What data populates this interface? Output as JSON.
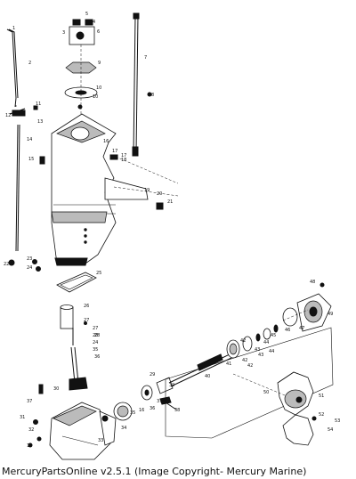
{
  "footer": {
    "caption": "MercuryPartsOnline v2.5.1 (Image Copyright- Mercury Marine)"
  },
  "callouts": {
    "c1": "1",
    "c2": "2",
    "c3": "3",
    "c4": "4",
    "c5": "5",
    "c6": "6",
    "c7": "7",
    "c8": "8",
    "c9": "9",
    "c10": "10",
    "c11": "11",
    "c12": "12",
    "c13": "13",
    "c14": "14",
    "c15": "15",
    "c16": "16",
    "c17": "17",
    "c18": "18",
    "c19": "19",
    "c20": "20",
    "c21": "21",
    "c22": "22",
    "c23": "23",
    "c24": "24",
    "c25": "25",
    "c26": "26",
    "c27": "27",
    "c28": "28",
    "c29": "29",
    "c30": "30",
    "c31": "31",
    "c32": "32",
    "c33": "33",
    "c34": "34",
    "c35": "35",
    "c36": "36",
    "c37": "37",
    "c38": "38",
    "c39": "39",
    "c40": "40",
    "c41": "41",
    "c42": "42",
    "c43": "43",
    "c44": "44",
    "c45": "45",
    "c46": "46",
    "c47": "47",
    "c48": "48",
    "c49": "49",
    "c50": "50",
    "c51": "51",
    "c52": "52",
    "c53": "53",
    "c54": "54",
    "c10b": "10",
    "c17b": "17",
    "c18b": "18",
    "c24b": "24",
    "c35b": "35",
    "c36b": "36",
    "c37b": "37",
    "c42b": "42",
    "c42c": "42",
    "c42d": "42",
    "c43b": "43",
    "c44b": "44",
    "c16b": "16",
    "c28b": "28",
    "c27b": "27"
  }
}
